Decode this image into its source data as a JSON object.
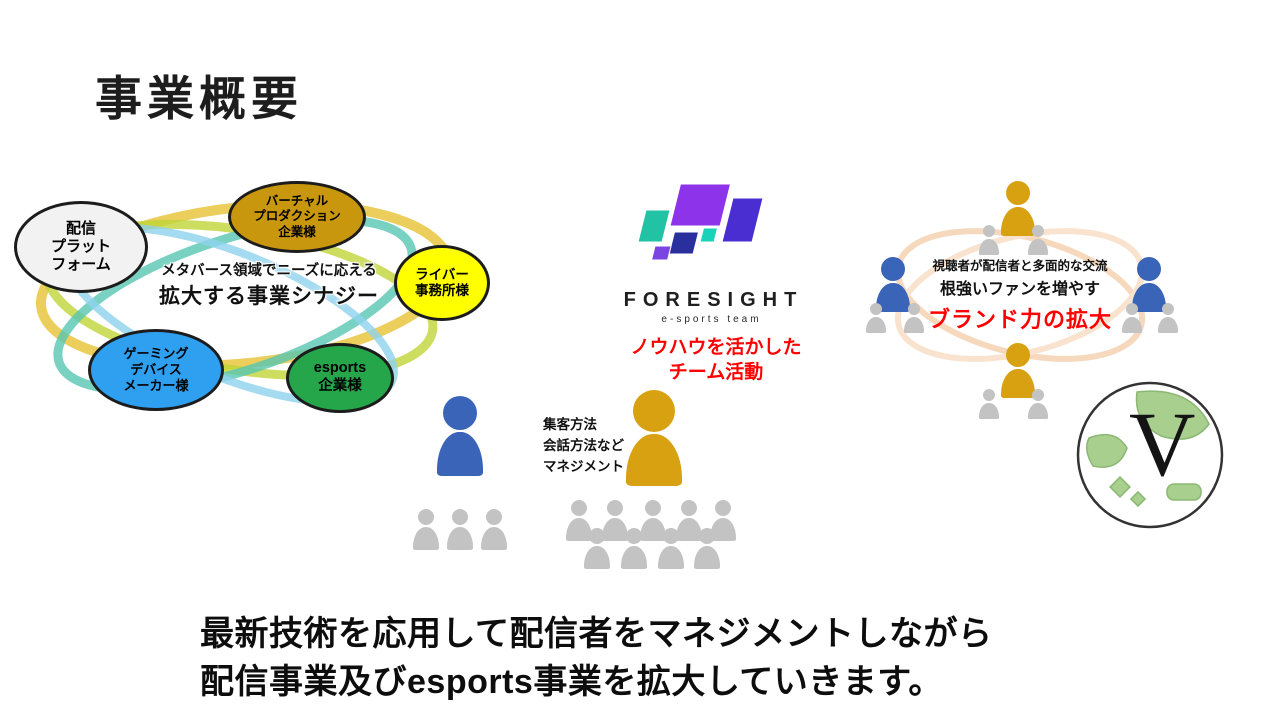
{
  "slide": {
    "title": "事業概要",
    "closing_line1": "最新技術を応用して配信者をマネジメントしながら",
    "closing_line2": "配信事業及びesports事業を拡大していきます。"
  },
  "synergy": {
    "caption_small": "メタバース領域でニーズに応える",
    "caption_large": "拡大する事業シナジー",
    "nodes": [
      {
        "id": "streaming-platform",
        "fill": "#f2f2f2",
        "lines": [
          "配信",
          "プラット",
          "フォーム"
        ]
      },
      {
        "id": "virtual-production-company",
        "fill": "#c9970e",
        "lines": [
          "バーチャル",
          "プロダクション",
          "企業様"
        ]
      },
      {
        "id": "liver-agency",
        "fill": "#ffff00",
        "lines": [
          "ライバー",
          "事務所様"
        ]
      },
      {
        "id": "gaming-device-maker",
        "fill": "#2f9ff0",
        "lines": [
          "ゲーミング",
          "デバイス",
          "メーカー様"
        ]
      },
      {
        "id": "esports-company",
        "fill": "#25a64b",
        "lines": [
          "esports",
          "企業様"
        ]
      }
    ]
  },
  "foresight": {
    "wordmark": "FORESIGHT",
    "subtitle": "e-sports team",
    "caption_line1": "ノウハウを活かした",
    "caption_line2": "チーム活動",
    "caption_color": "#ff0000"
  },
  "management": {
    "line1": "集客方法",
    "line2": "会話方法など",
    "line3": "マネジメント"
  },
  "fan_growth": {
    "line1": "視聴者が配信者と多面的な交流",
    "line2": "根強いファンを増やす",
    "highlight": "ブランド力の拡大",
    "highlight_color": "#ff0000"
  },
  "logo_v": {
    "letter": "V"
  },
  "palette": {
    "person_blue": "#3a64b8",
    "person_gold": "#d7a112",
    "person_gray": "#c3c3c3",
    "ring_peach": "#f6d8bd"
  }
}
